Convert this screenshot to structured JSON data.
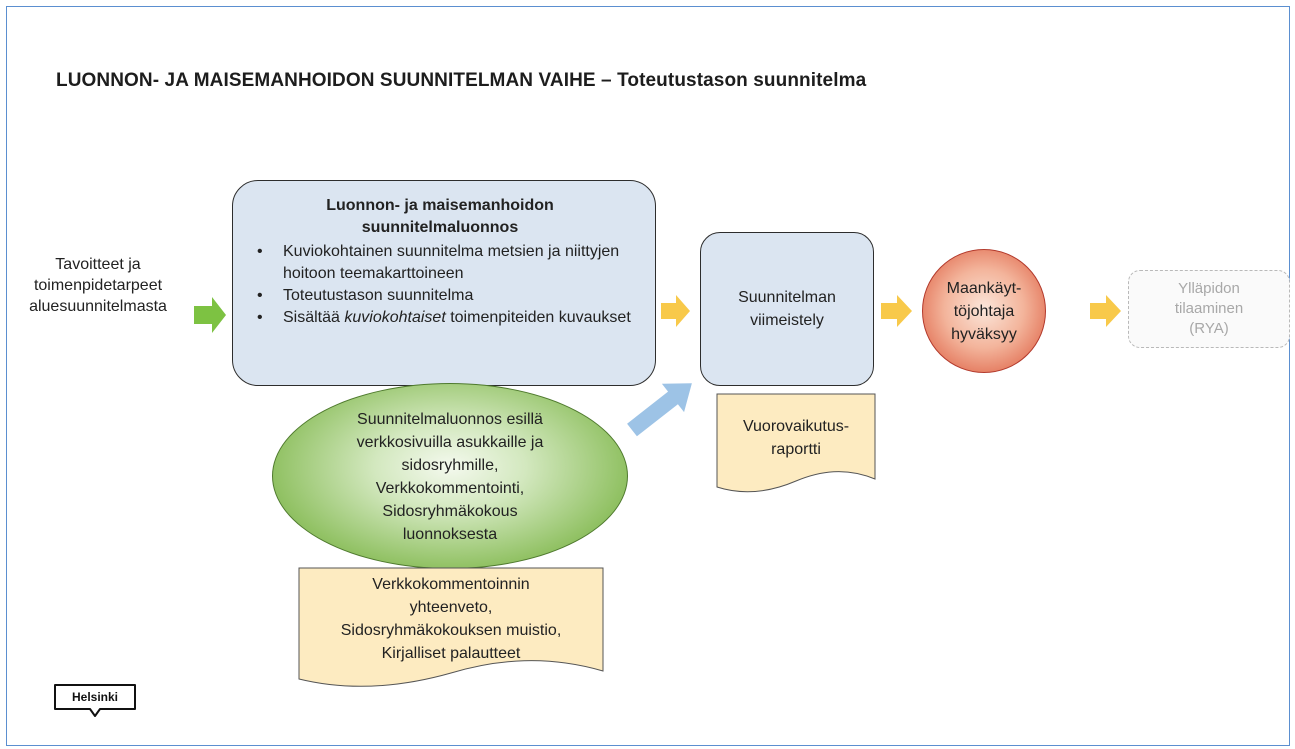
{
  "title": "LUONNON- JA MAISEMANHOIDON SUUNNITELMAN VAIHE – Toteutustason suunnitelma",
  "goals": {
    "lines": [
      "Tavoitteet ja",
      "toimenpidetarpeet",
      "aluesuunnitelmasta"
    ]
  },
  "draft": {
    "heading_line1": "Luonnon- ja maisemanhoidon",
    "heading_line2": "suunnitelmaluonnos",
    "bullet1": "Kuviokohtainen suunnitelma metsien ja niittyjen hoitoon teemakarttoineen",
    "bullet2": "Toteutustason suunnitelma",
    "bullet3_pre": "Sisältää ",
    "bullet3_em": "kuviokohtaiset",
    "bullet3_post": " toimenpiteiden kuvaukset"
  },
  "online": {
    "lines": [
      "Suunnitelmaluonnos esillä",
      "verkkosivuilla asukkaille ja",
      "sidosryhmille,",
      "Verkkokommentointi,",
      "Sidosryhmäkokous",
      "luonnoksesta"
    ]
  },
  "summary_doc": {
    "lines": [
      "Verkkokommentoinnin",
      "yhteenveto,",
      "Sidosryhmäkokouksen muistio,",
      "Kirjalliset palautteet"
    ]
  },
  "finalize": {
    "lines": [
      "Suunnitelman",
      "viimeistely"
    ]
  },
  "report_doc": {
    "lines": [
      "Vuorovaikutus-",
      "raportti"
    ]
  },
  "approval": {
    "lines": [
      "Maankäyt-",
      "töjohtaja",
      "hyväksyy"
    ]
  },
  "maintenance": {
    "lines": [
      "Ylläpidon",
      "tilaaminen",
      "(RYA)"
    ]
  },
  "logo": {
    "text": "Helsinki"
  },
  "colors": {
    "frame": "#5b8fd0",
    "box_fill": "#dbe5f1",
    "green_arrow": "#7dc242",
    "yellow_arrow": "#f8c94a",
    "blue_arrow": "#9dc3e6",
    "doc_fill": "#fdebc1",
    "approval_red": "#e06a4e",
    "ellipse_green": "#8fc064"
  }
}
